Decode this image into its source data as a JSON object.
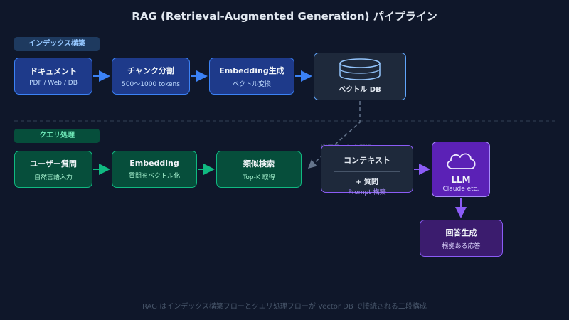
{
  "title": "RAG (Retrieval-Augmented Generation) パイプライン",
  "sections": {
    "index": "インデックス構築",
    "query": "クエリ処理"
  },
  "index_flow": {
    "document": {
      "title": "ドキュメント",
      "sub": "PDF / Web / DB"
    },
    "chunk": {
      "title": "チャンク分割",
      "sub": "500〜1000 tokens"
    },
    "embedding": {
      "title": "Embedding生成",
      "sub": "ベクトル変換"
    },
    "vector_db": {
      "title": "ベクトル DB"
    }
  },
  "query_flow": {
    "user_query": {
      "title": "ユーザー質問",
      "sub": "自然言語入力"
    },
    "embedding": {
      "title": "Embedding",
      "sub": "質問をベクトル化"
    },
    "search": {
      "title": "類似検索",
      "sub": "Top-K 取得"
    },
    "context": {
      "title": "コンテキスト",
      "plus": "+ 質問",
      "prompt": "Prompt 構築"
    },
    "llm": {
      "title": "LLM",
      "sub": "Claude etc."
    },
    "answer": {
      "title": "回答生成",
      "sub": "根拠ある応答"
    }
  },
  "retrieval_label": "関連チャンク取得",
  "caption": "RAG はインデックス構築フローとクエリ処理フローが Vector DB で接続される二段構成",
  "colors": {
    "background": "#0f172a",
    "index_accent": "#3b82f6",
    "query_accent": "#10b981",
    "generation_accent": "#8b5cf6"
  },
  "icons": [
    "database-icon",
    "cloud-icon"
  ]
}
